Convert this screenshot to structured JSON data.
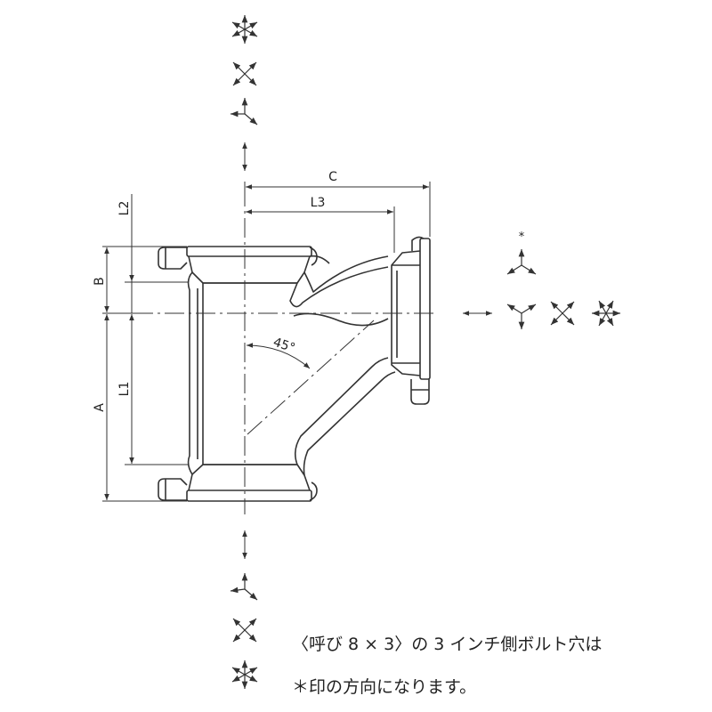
{
  "dimensions": {
    "C": "C",
    "L3": "L3",
    "L2": "L2",
    "B": "B",
    "L1": "L1",
    "A": "A",
    "angle": "45°"
  },
  "asterisk": "*",
  "note": {
    "line1": "〈呼び 8 × 3〉の 3 インチ側ボルト穴は",
    "line2": "＊印の方向になります。"
  },
  "colors": {
    "line": "#333333",
    "text": "#222222"
  }
}
